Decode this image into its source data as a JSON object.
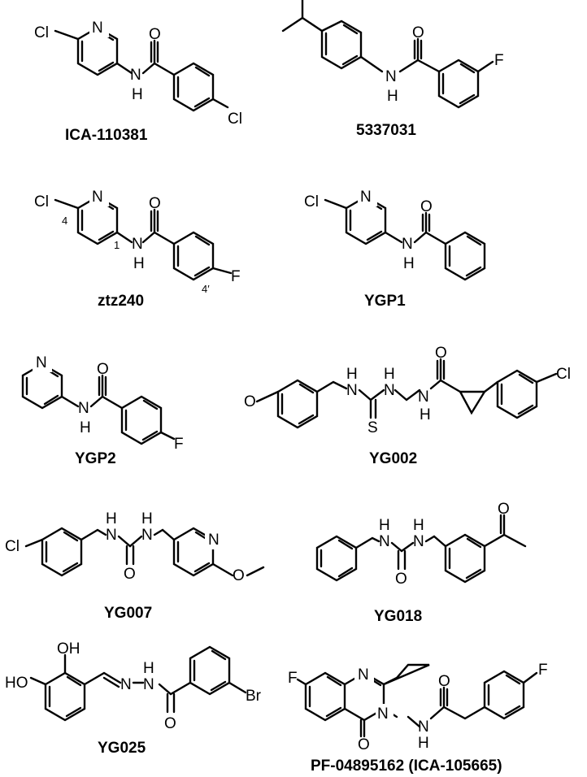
{
  "figure": {
    "compounds": [
      {
        "name": "ICA-110381",
        "atoms": [
          "Cl",
          "N",
          "N",
          "H",
          "O",
          "Cl"
        ]
      },
      {
        "name": "5337031",
        "atoms": [
          "N",
          "H",
          "O",
          "F"
        ]
      },
      {
        "name": "ztz240",
        "atoms": [
          "Cl",
          "N",
          "4",
          "1",
          "N",
          "H",
          "O",
          "F",
          "4′"
        ]
      },
      {
        "name": "YGP1",
        "atoms": [
          "Cl",
          "N",
          "N",
          "H",
          "O"
        ]
      },
      {
        "name": "YGP2",
        "atoms": [
          "N",
          "N",
          "H",
          "O",
          "F"
        ]
      },
      {
        "name": "YG002",
        "atoms": [
          "O",
          "N",
          "H",
          "S",
          "N",
          "H",
          "N",
          "H",
          "O",
          "Cl"
        ]
      },
      {
        "name": "YG007",
        "atoms": [
          "Cl",
          "N",
          "H",
          "O",
          "N",
          "H",
          "N",
          "O"
        ]
      },
      {
        "name": "YG018",
        "atoms": [
          "N",
          "H",
          "O",
          "N",
          "H",
          "O"
        ]
      },
      {
        "name": "YG025",
        "atoms": [
          "OH",
          "HO",
          "N",
          "N",
          "H",
          "O",
          "Br"
        ]
      },
      {
        "name": "PF-04895162 (ICA-105665)",
        "atoms": [
          "F",
          "N",
          "N",
          "O",
          "N",
          "H",
          "O",
          "F"
        ]
      }
    ]
  }
}
